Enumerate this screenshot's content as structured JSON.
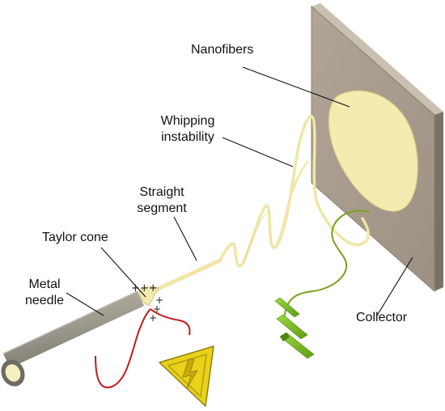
{
  "labels": {
    "nanofibers": "Nanofibers",
    "whipping_line1": "Whipping",
    "whipping_line2": "instability",
    "straight_line1": "Straight",
    "straight_line2": "segment",
    "taylor_cone": "Taylor cone",
    "metal_line1": "Metal",
    "metal_line2": "needle",
    "collector": "Collector"
  },
  "charges": {
    "top": "+++",
    "side": "+",
    "side2": "+",
    "side3": "+"
  },
  "colors": {
    "collector_plate": "#a79c8d",
    "collector_edge": "#7c7264",
    "fiber": "#efe6a6",
    "fiber_deposit": "#f3ebb0",
    "needle_body": "#9f9d90",
    "needle_end": "#f5efc2",
    "wire_red": "#c21b1b",
    "wire_green": "#7a9f1a",
    "ground_green": "#7bc02a",
    "hv_yellow": "#e8d21a",
    "hv_outline": "#8f7f0f"
  },
  "icons": {
    "high_voltage": "high-voltage-warning-icon",
    "ground": "ground-symbol-icon"
  }
}
